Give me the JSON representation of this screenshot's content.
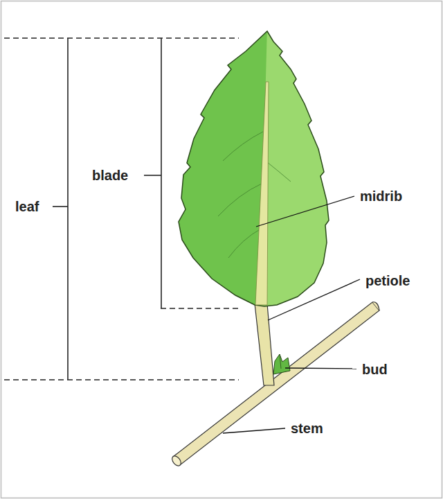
{
  "diagram": {
    "labels": [
      "leaf",
      "blade",
      "midrib",
      "petiole",
      "bud",
      "stem"
    ]
  }
}
